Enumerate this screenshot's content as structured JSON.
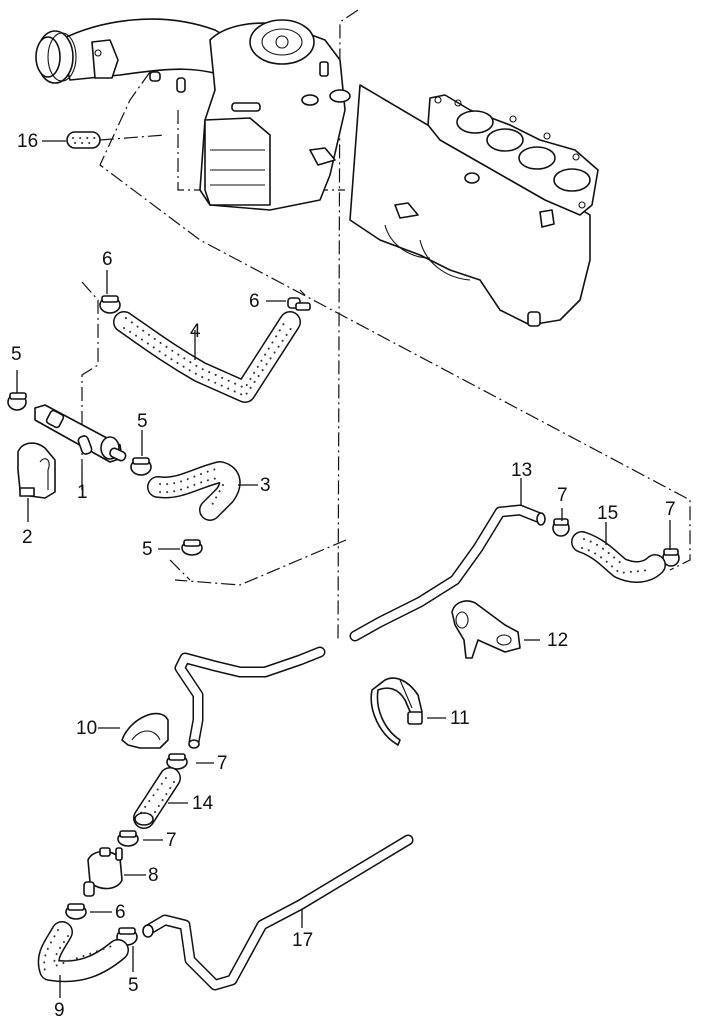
{
  "diagram": {
    "title": "Intake manifold vacuum hose and breather assembly",
    "callouts": [
      {
        "id": "1",
        "part": "T-connector / check valve"
      },
      {
        "id": "2",
        "part": "holder clip"
      },
      {
        "id": "3",
        "part": "hose"
      },
      {
        "id": "4",
        "part": "hose"
      },
      {
        "id": "5",
        "part": "hose clamp"
      },
      {
        "id": "6",
        "part": "hose clamp"
      },
      {
        "id": "7",
        "part": "hose clamp"
      },
      {
        "id": "8",
        "part": "valve"
      },
      {
        "id": "9",
        "part": "hose"
      },
      {
        "id": "10",
        "part": "holder"
      },
      {
        "id": "11",
        "part": "cable tie"
      },
      {
        "id": "12",
        "part": "bracket"
      },
      {
        "id": "13",
        "part": "pipe"
      },
      {
        "id": "14",
        "part": "hose"
      },
      {
        "id": "15",
        "part": "hose"
      },
      {
        "id": "16",
        "part": "plug"
      },
      {
        "id": "17",
        "part": "pipe"
      }
    ],
    "labels": {
      "l16": "16",
      "l6a": "6",
      "l6b": "6",
      "l6c": "6",
      "l4": "4",
      "l5a": "5",
      "l5b": "5",
      "l5c": "5",
      "l5d": "5",
      "l1": "1",
      "l2": "2",
      "l3": "3",
      "l13": "13",
      "l7a": "7",
      "l7b": "7",
      "l7c": "7",
      "l7d": "7",
      "l15": "15",
      "l12": "12",
      "l11": "11",
      "l10": "10",
      "l14": "14",
      "l8": "8",
      "l17": "17",
      "l9": "9"
    }
  }
}
